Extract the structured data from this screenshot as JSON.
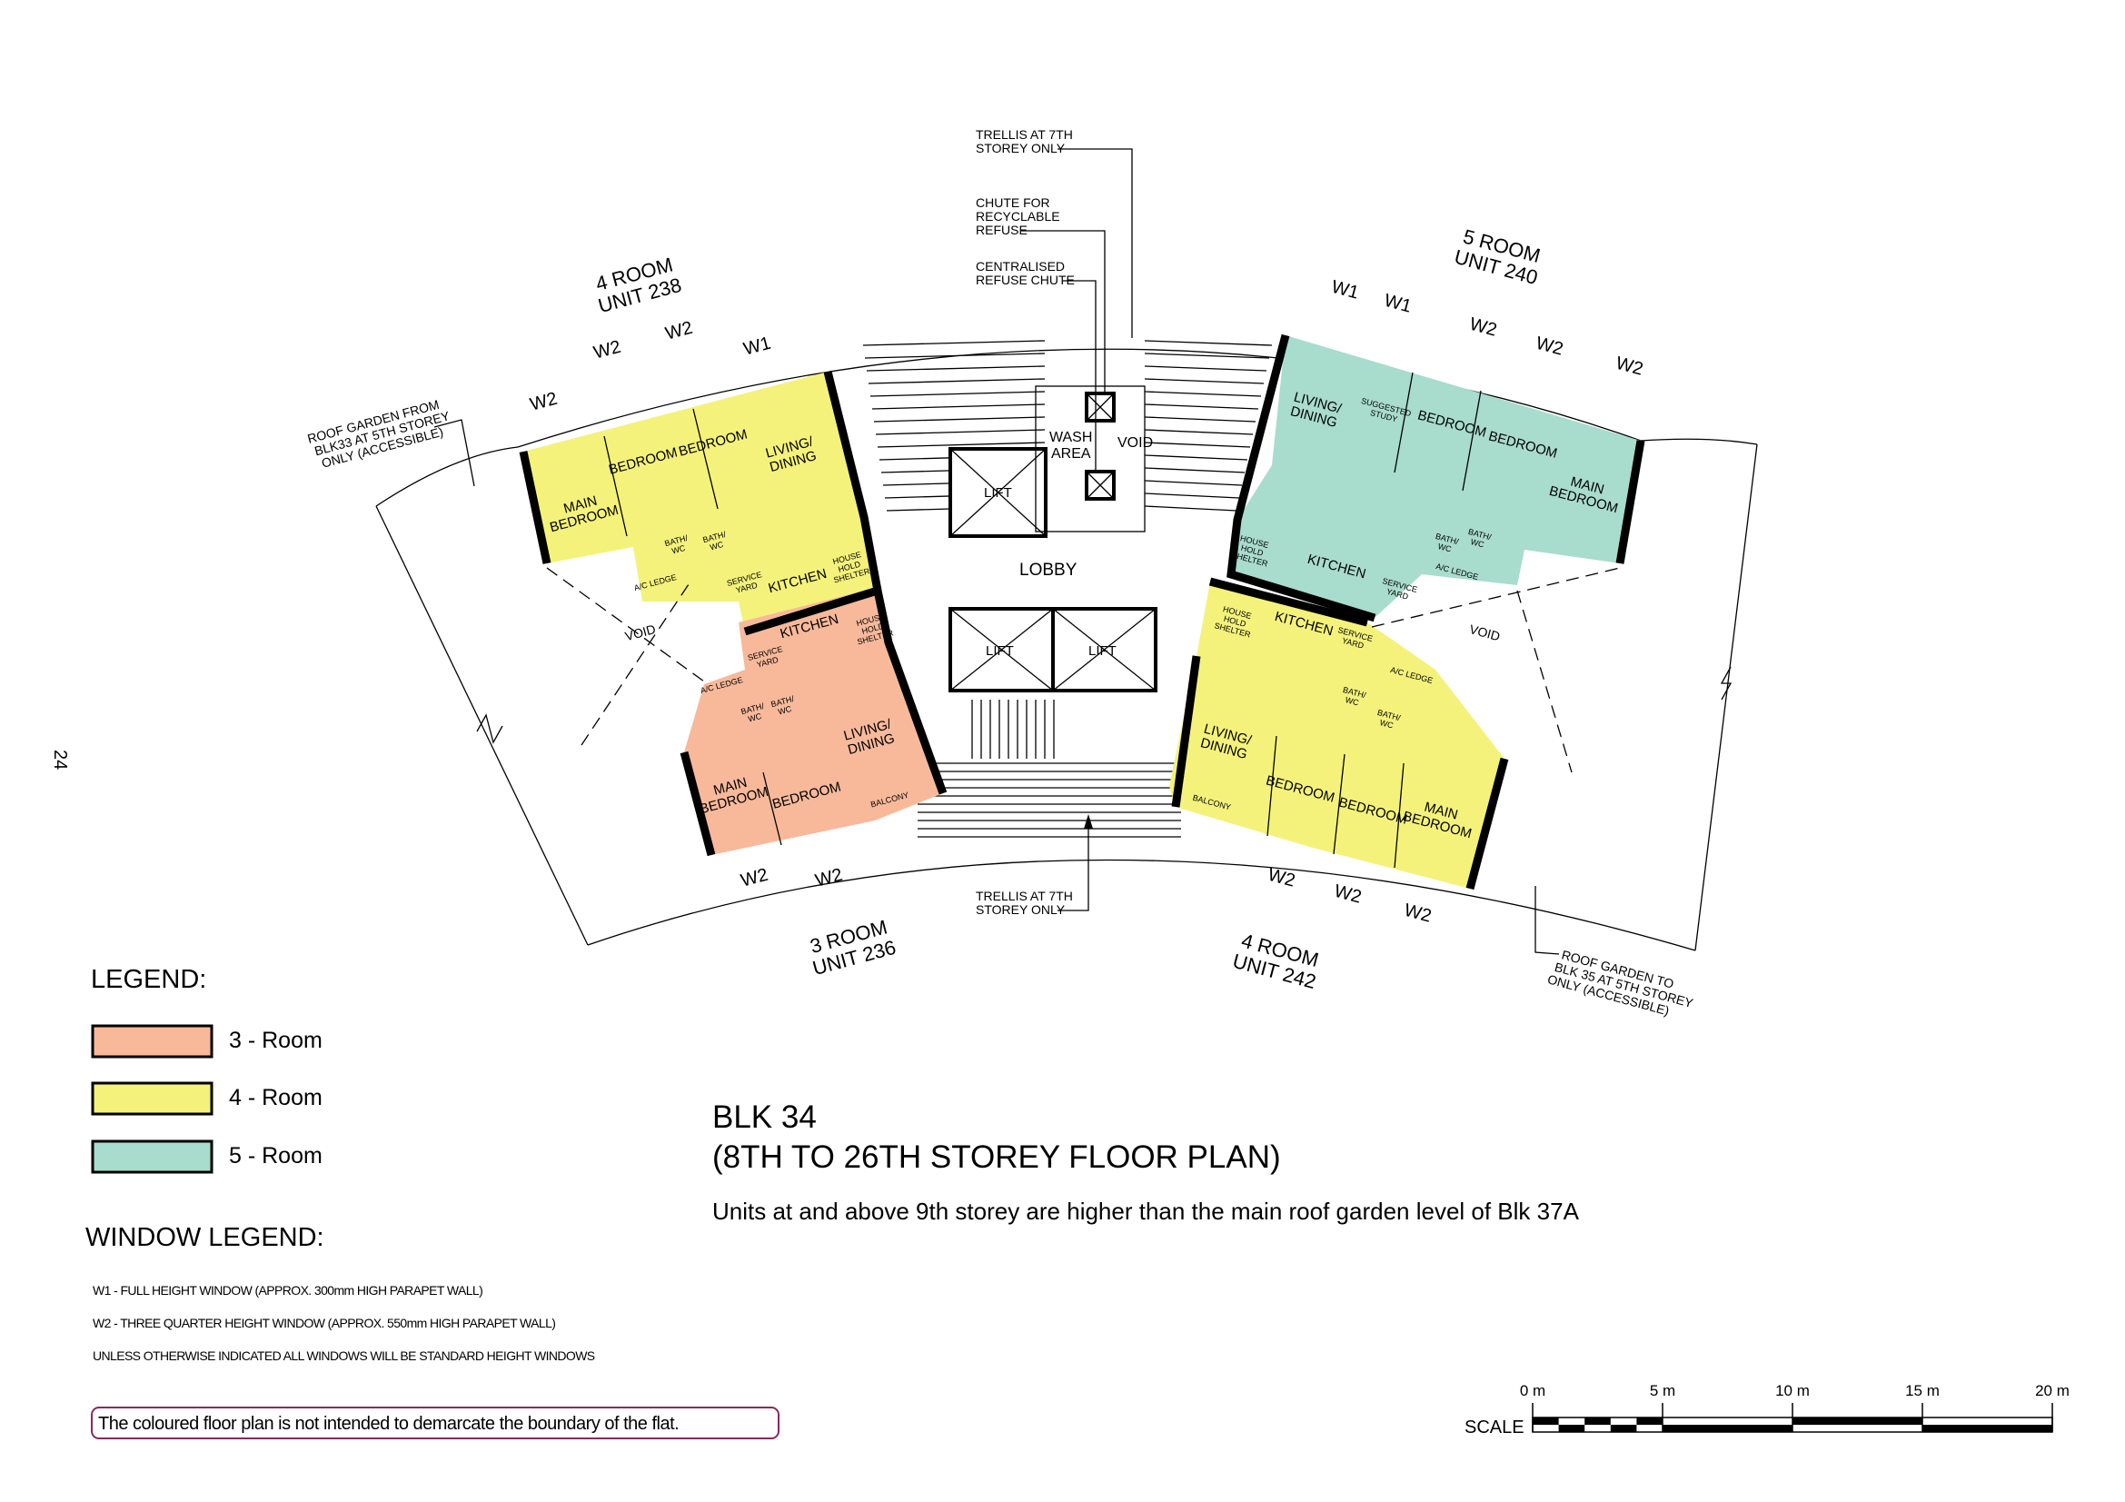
{
  "page_number": "24",
  "colors": {
    "room3": "#f7b99a",
    "room4": "#f4f27a",
    "room5": "#a8dccd",
    "notice_border": "#8a2a5a"
  },
  "annotations": {
    "trellis_top": [
      "TRELLIS AT 7TH",
      "STOREY ONLY"
    ],
    "chute_recyclable": [
      "CHUTE FOR",
      "RECYCLABLE",
      "REFUSE"
    ],
    "centralised_chute": [
      "CENTRALISED",
      "REFUSE CHUTE"
    ],
    "trellis_bottom": [
      "TRELLIS AT 7TH",
      "STOREY ONLY"
    ],
    "roof_garden_left": [
      "ROOF GARDEN FROM",
      "BLK33 AT 5TH STOREY",
      "ONLY (ACCESSIBLE)"
    ],
    "roof_garden_right": [
      "ROOF GARDEN TO",
      "BLK 35 AT 5TH STOREY",
      "ONLY (ACCESSIBLE)"
    ],
    "lobby": "LOBBY",
    "wash_area": [
      "WASH",
      "AREA"
    ],
    "void_core": "VOID",
    "lift": "LIFT",
    "void": "VOID"
  },
  "units": [
    {
      "type": "4 ROOM",
      "unit": "UNIT 238",
      "windows": [
        "W2",
        "W2",
        "W2",
        "W1"
      ],
      "rooms": [
        [
          "MAIN",
          "BEDROOM"
        ],
        [
          "BEDROOM"
        ],
        [
          "BEDROOM"
        ],
        [
          "LIVING/",
          "DINING"
        ],
        [
          "KITCHEN"
        ],
        [
          "BATH/",
          "WC"
        ],
        [
          "BATH/",
          "WC"
        ],
        [
          "A/C LEDGE"
        ],
        [
          "SERVICE",
          "YARD"
        ],
        [
          "HOUSE",
          "HOLD",
          "SHELTER"
        ]
      ]
    },
    {
      "type": "5 ROOM",
      "unit": "UNIT 240",
      "windows": [
        "W1",
        "W1",
        "W2",
        "W2",
        "W2"
      ],
      "rooms": [
        [
          "LIVING/",
          "DINING"
        ],
        [
          "SUGGESTED",
          "STUDY"
        ],
        [
          "BEDROOM"
        ],
        [
          "BEDROOM"
        ],
        [
          "MAIN",
          "BEDROOM"
        ],
        [
          "KITCHEN"
        ],
        [
          "HOUSE",
          "HOLD",
          "SHELTER"
        ],
        [
          "SERVICE",
          "YARD"
        ],
        [
          "BATH/",
          "WC"
        ],
        [
          "BATH/",
          "WC"
        ],
        [
          "A/C LEDGE"
        ]
      ]
    },
    {
      "type": "3 ROOM",
      "unit": "UNIT 236",
      "windows": [
        "W2",
        "W2"
      ],
      "rooms": [
        [
          "KITCHEN"
        ],
        [
          "HOUSE",
          "HOLD",
          "SHELTER"
        ],
        [
          "SERVICE",
          "YARD"
        ],
        [
          "A/C LEDGE"
        ],
        [
          "BATH/",
          "WC"
        ],
        [
          "BATH/",
          "WC"
        ],
        [
          "LIVING/",
          "DINING"
        ],
        [
          "MAIN",
          "BEDROOM"
        ],
        [
          "BEDROOM"
        ],
        [
          "BALCONY"
        ]
      ]
    },
    {
      "type": "4 ROOM",
      "unit": "UNIT 242",
      "windows": [
        "W2",
        "W2",
        "W2"
      ],
      "rooms": [
        [
          "HOUSE",
          "HOLD",
          "SHELTER"
        ],
        [
          "KITCHEN"
        ],
        [
          "SERVICE",
          "YARD"
        ],
        [
          "A/C LEDGE"
        ],
        [
          "BATH/",
          "WC"
        ],
        [
          "BATH/",
          "WC"
        ],
        [
          "LIVING/",
          "DINING"
        ],
        [
          "BEDROOM"
        ],
        [
          "BEDROOM"
        ],
        [
          "MAIN",
          "BEDROOM"
        ],
        [
          "BALCONY"
        ]
      ]
    }
  ],
  "legend": {
    "title": "LEGEND:",
    "items": [
      {
        "label": "3 - Room",
        "color": "#f7b99a"
      },
      {
        "label": "4 - Room",
        "color": "#f4f27a"
      },
      {
        "label": "5 - Room",
        "color": "#a8dccd"
      }
    ]
  },
  "window_legend": {
    "title": "WINDOW LEGEND:",
    "lines": [
      "W1 - FULL HEIGHT WINDOW (APPROX. 300mm HIGH PARAPET WALL)",
      "W2 - THREE QUARTER HEIGHT WINDOW (APPROX. 550mm HIGH PARAPET WALL)",
      "UNLESS OTHERWISE INDICATED ALL WINDOWS WILL BE STANDARD HEIGHT WINDOWS"
    ]
  },
  "notice": "The coloured floor plan is not intended to demarcate the boundary of the flat.",
  "title": {
    "block": "BLK 34",
    "subtitle": "(8TH TO 26TH STOREY FLOOR PLAN)",
    "note": "Units at and above 9th storey are higher than the main roof garden level of Blk 37A"
  },
  "scale": {
    "label": "SCALE",
    "ticks": [
      "0 m",
      "5 m",
      "10 m",
      "15 m",
      "20 m"
    ]
  }
}
